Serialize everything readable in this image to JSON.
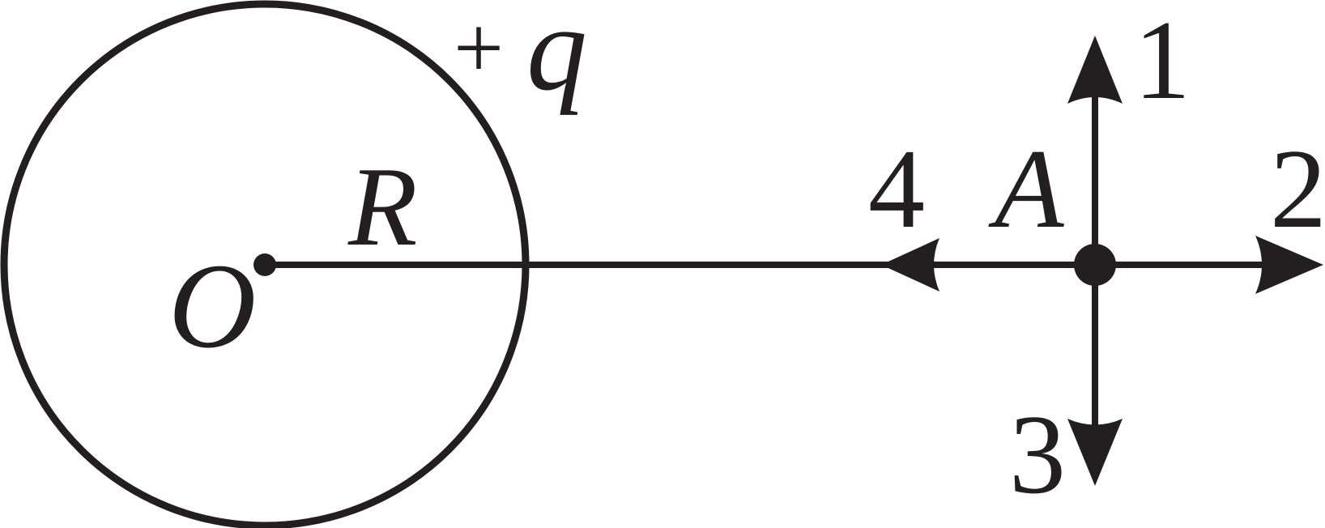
{
  "diagram": {
    "charge_label": "+q",
    "radius_label": "R",
    "center_label": "O",
    "point_label": "A",
    "arrow_labels": [
      "1",
      "2",
      "3",
      "4"
    ],
    "colors": {
      "ink": "#231f20",
      "background": "#ffffff"
    }
  }
}
